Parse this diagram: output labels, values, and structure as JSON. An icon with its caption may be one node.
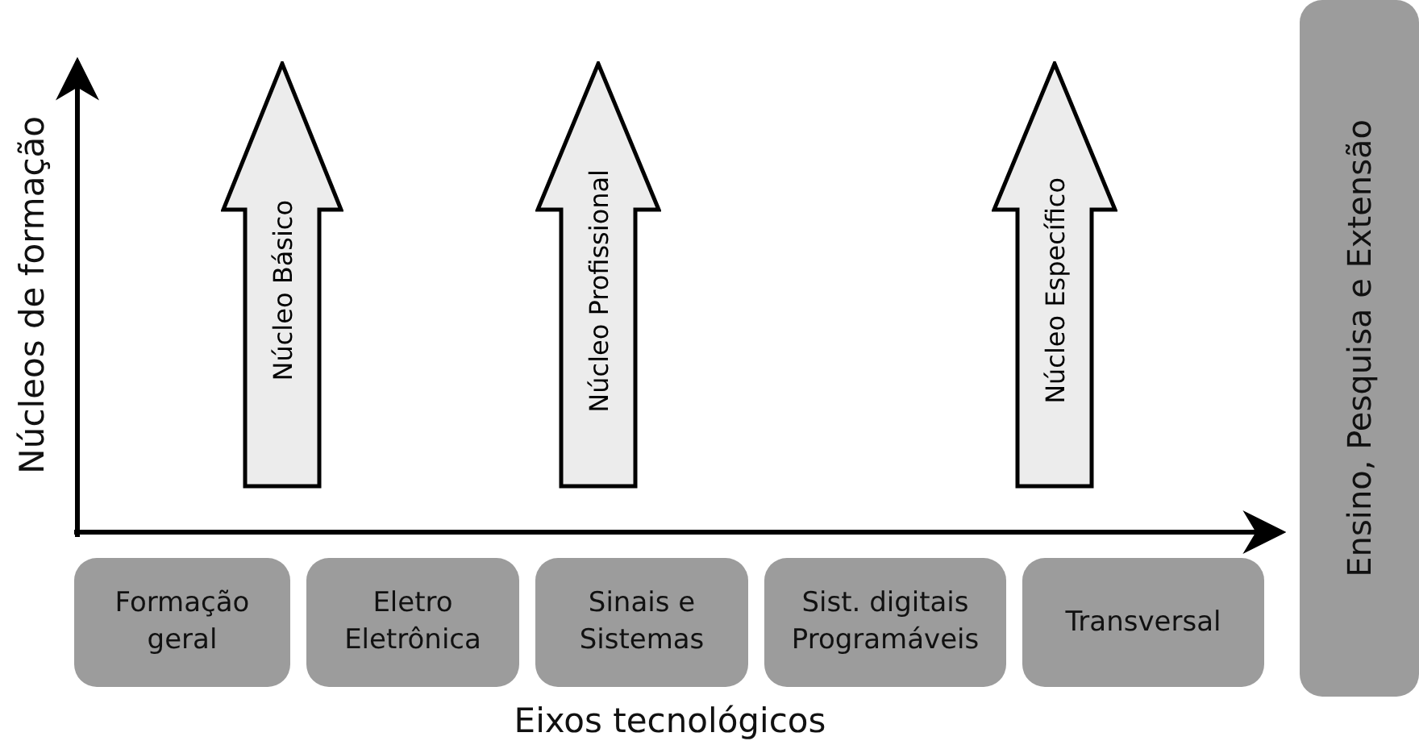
{
  "diagram": {
    "nodes": [
      {
        "text": [
          "Núcleo Básico"
        ]
      },
      {
        "text": [
          "Núcleo Profissional"
        ]
      },
      {
        "text": [
          "Núcleo Específico"
        ]
      },
      {
        "text": [
          "Formação geral"
        ]
      },
      {
        "text": [
          "Eletro Eletrônica"
        ]
      },
      {
        "text": [
          "Sinais e Sistemas"
        ]
      },
      {
        "text": [
          "Sist. digitais Programáveis"
        ]
      },
      {
        "text": [
          "Transversal"
        ]
      },
      {
        "text": [
          "Ensino, Pesquisa e Extensão"
        ]
      }
    ],
    "labels": [
      "Núcleos de formação",
      "Eixos tecnológicos"
    ]
  }
}
